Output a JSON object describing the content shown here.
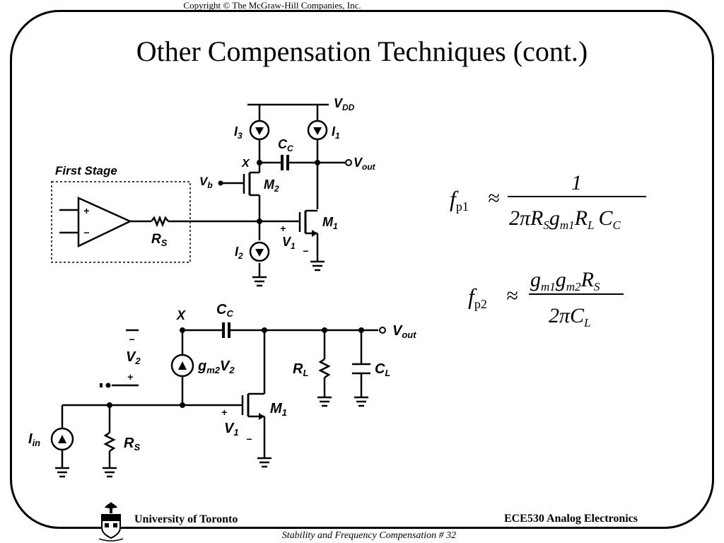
{
  "header": {
    "copyright": "Copyright © The McGraw-Hill Companies, Inc.",
    "title": "Other Compensation Techniques (cont.)"
  },
  "circuit_top": {
    "first_stage": "First Stage",
    "plus": "+",
    "minus": "−",
    "rs": "R",
    "rs_sub": "S",
    "vdd": "V",
    "vdd_sub": "DD",
    "i3": "I",
    "i3_sub": "3",
    "i1": "I",
    "i1_sub": "1",
    "cc": "C",
    "cc_sub": "C",
    "x": "X",
    "vout": "V",
    "vout_sub": "out",
    "vb": "V",
    "vb_sub": "b",
    "m2": "M",
    "m2_sub": "2",
    "m1": "M",
    "m1_sub": "1",
    "i2": "I",
    "i2_sub": "2",
    "v1": "V",
    "v1_sub": "1",
    "v1_plus": "+",
    "v1_minus": "−"
  },
  "circuit_bottom": {
    "x": "X",
    "cc": "C",
    "cc_sub": "C",
    "vout": "V",
    "vout_sub": "out",
    "v2": "V",
    "v2_sub": "2",
    "v2_minus": "−",
    "v2_plus": "+",
    "gm2v2": "g",
    "gm2v2_sub": "m2",
    "gm2v2_tail": "V",
    "gm2v2_tail_sub": "2",
    "rl": "R",
    "rl_sub": "L",
    "cl": "C",
    "cl_sub": "L",
    "m1": "M",
    "m1_sub": "1",
    "v1": "V",
    "v1_sub": "1",
    "v1_plus": "+",
    "v1_minus": "−",
    "iin": "I",
    "iin_sub": "in",
    "rs": "R",
    "rs_sub": "S"
  },
  "equations": {
    "fp1_lhs": "f",
    "fp1_sub": "p1",
    "approx": "≈",
    "fp1_num": "1",
    "fp1_den": "2πR",
    "fp1_den_s": "S",
    "fp1_den_g": "g",
    "fp1_den_m1": "m1",
    "fp1_den_r": "R",
    "fp1_den_l": "L",
    "fp1_den_c": "C",
    "fp1_den_cc": "C",
    "fp2_lhs": "f",
    "fp2_sub": "p2",
    "fp2_num_g1": "g",
    "fp2_num_m1": "m1",
    "fp2_num_g2": "g",
    "fp2_num_m2": "m2",
    "fp2_num_r": "R",
    "fp2_num_s": "S",
    "fp2_den": "2πC",
    "fp2_den_l": "L"
  },
  "footer": {
    "left": "University of Toronto",
    "right": "ECE530 Analog Electronics",
    "sub": "Stability and Frequency Compensation # 32"
  },
  "icons": [
    "university-crest-icon"
  ]
}
